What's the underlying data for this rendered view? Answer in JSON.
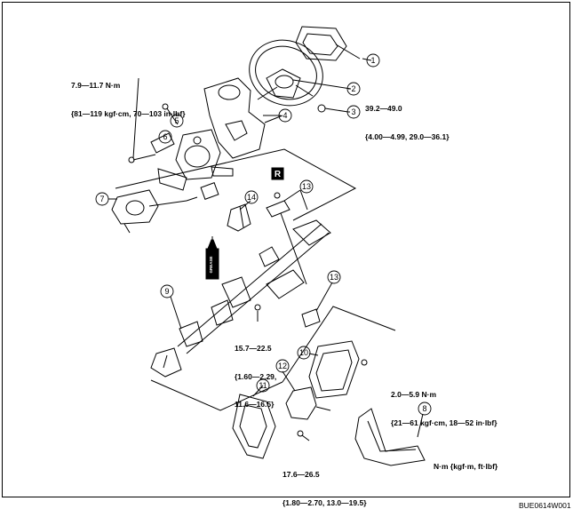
{
  "callouts": [
    "1",
    "2",
    "3",
    "4",
    "5",
    "6",
    "7",
    "8",
    "9",
    "10",
    "11",
    "12",
    "13",
    "13",
    "14"
  ],
  "torque_specs": {
    "steering_lock": [
      "7.9—11.7 N·m",
      "{81—119 kgf·cm, 70—103 in·lbf}"
    ],
    "steering_wheel_nut": [
      "39.2—49.0",
      "{4.00—4.99, 29.0—36.1}"
    ],
    "column_mount": [
      "15.7—22.5",
      "{1.60—2.29,",
      "11.6—16.5}"
    ],
    "cover_screw": [
      "2.0—5.9 N·m",
      "{21—61 kgf·cm, 18—52 in·lbf}"
    ],
    "joint_bolt": [
      "17.6—26.5",
      "{1.80—2.70, 13.0—19.5}"
    ]
  },
  "replace_marker": "R",
  "grease_label": "GREASE",
  "units_note": "N·m {kgf·m, ft·lbf}",
  "figure_code": "BUE0614W001"
}
